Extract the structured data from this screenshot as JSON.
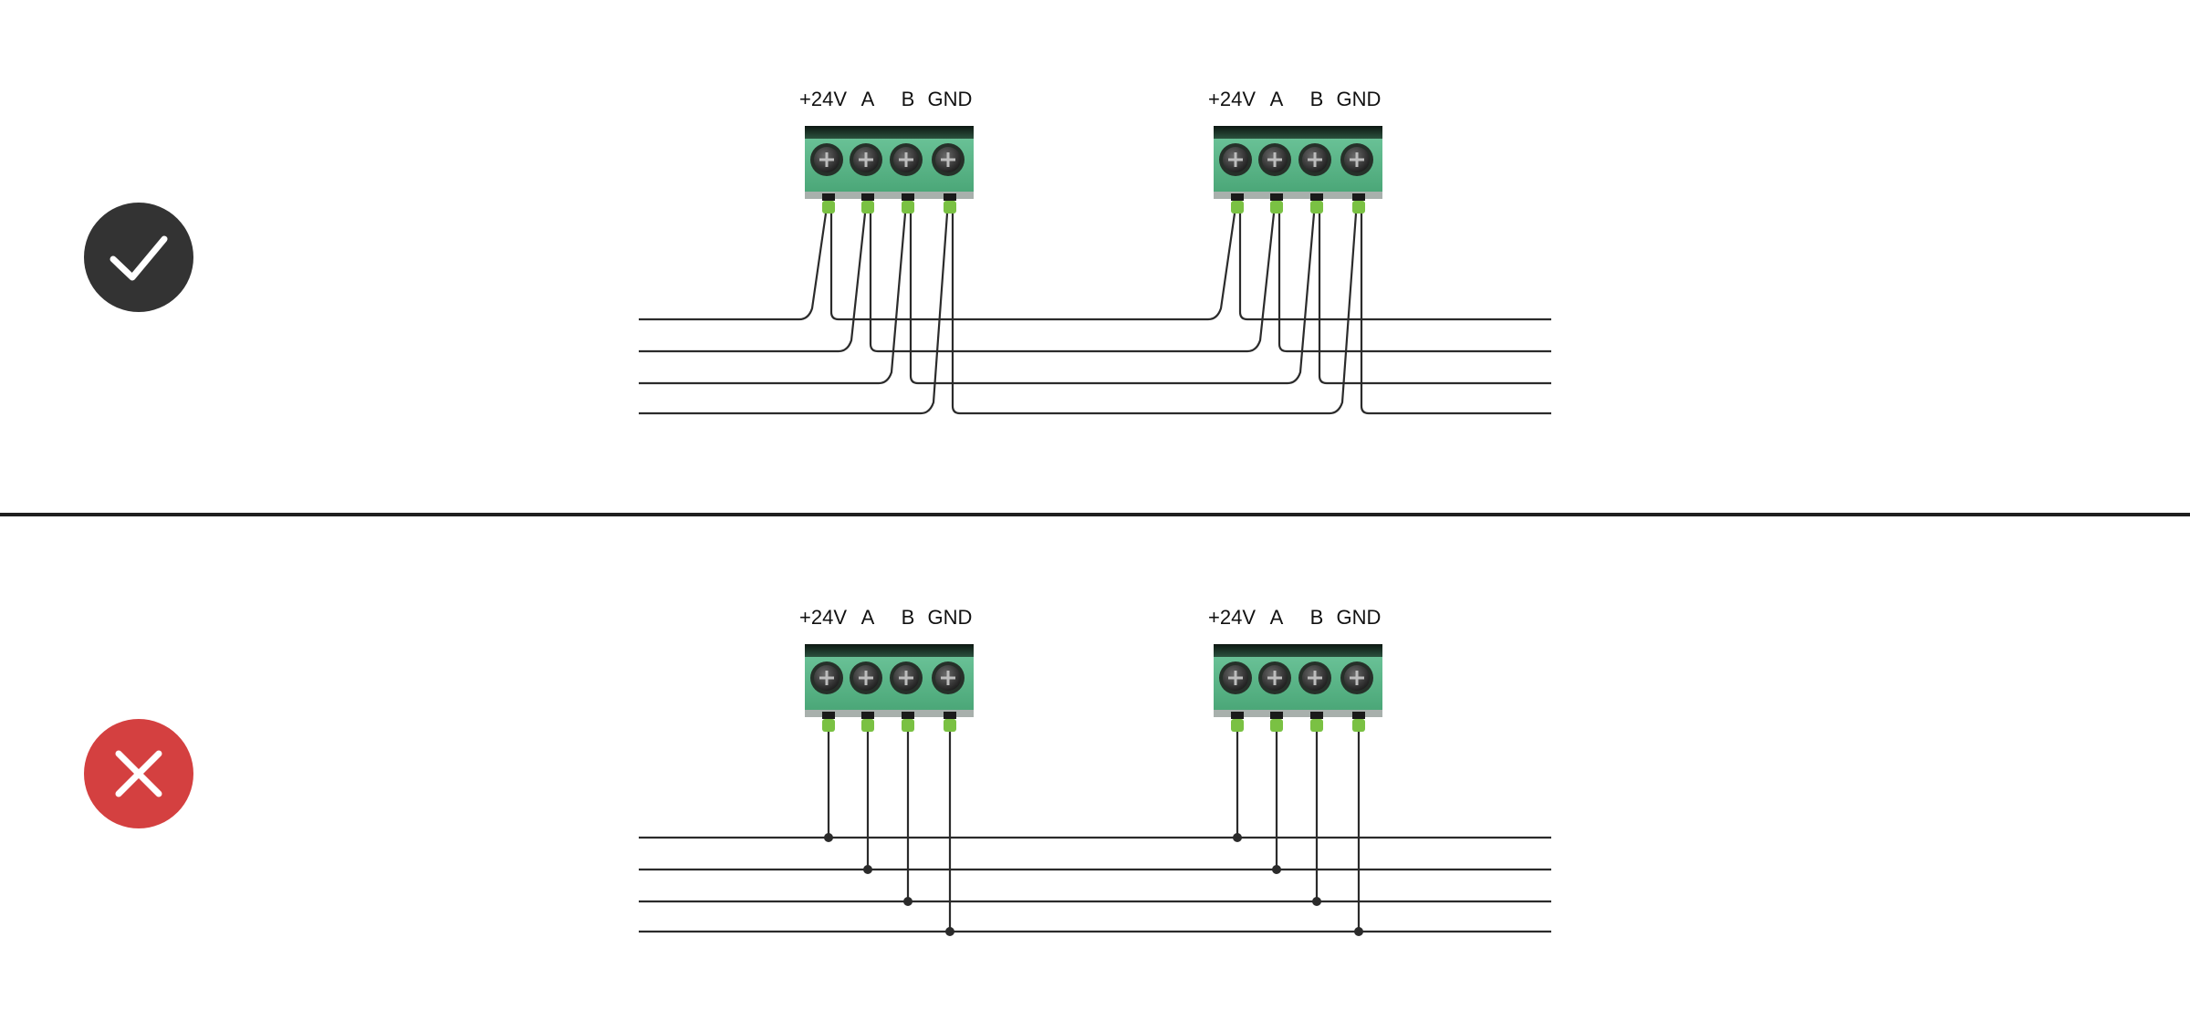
{
  "colors": {
    "wire": "#2b2b2b",
    "divider": "#1f1f1f",
    "ok_badge": "#333333",
    "error_badge": "#d44040",
    "connector_green": "#5cb88a",
    "connector_dark": "#1e2a24",
    "pin_green": "#7ac143"
  },
  "icons": {
    "ok": "checkmark-icon",
    "error": "cross-icon"
  },
  "panels": [
    {
      "id": "correct",
      "status": "correct",
      "connectors": [
        {
          "labels": [
            "+24V",
            "A",
            "B",
            "GND"
          ]
        },
        {
          "labels": [
            "+24V",
            "A",
            "B",
            "GND"
          ]
        }
      ]
    },
    {
      "id": "incorrect",
      "status": "incorrect",
      "connectors": [
        {
          "labels": [
            "+24V",
            "A",
            "B",
            "GND"
          ]
        },
        {
          "labels": [
            "+24V",
            "A",
            "B",
            "GND"
          ]
        }
      ]
    }
  ]
}
